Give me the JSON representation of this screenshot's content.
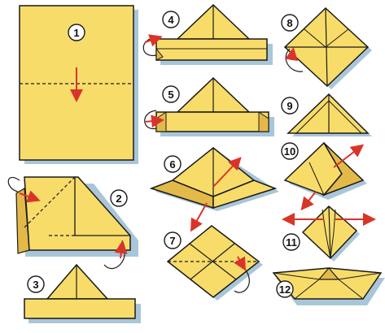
{
  "diagram": {
    "colors": {
      "paper": "#f8dc6a",
      "paper_dark": "#e3b94a",
      "shadow": "#a9c6d8",
      "outline": "#1a1a1a",
      "arrow": "#d9342a",
      "badge_fill": "#ffffff"
    },
    "steps": [
      {
        "label": "1"
      },
      {
        "label": "2"
      },
      {
        "label": "3"
      },
      {
        "label": "4"
      },
      {
        "label": "5"
      },
      {
        "label": "6"
      },
      {
        "label": "7"
      },
      {
        "label": "8"
      },
      {
        "label": "9"
      },
      {
        "label": "10"
      },
      {
        "label": "11"
      },
      {
        "label": "12"
      }
    ]
  }
}
